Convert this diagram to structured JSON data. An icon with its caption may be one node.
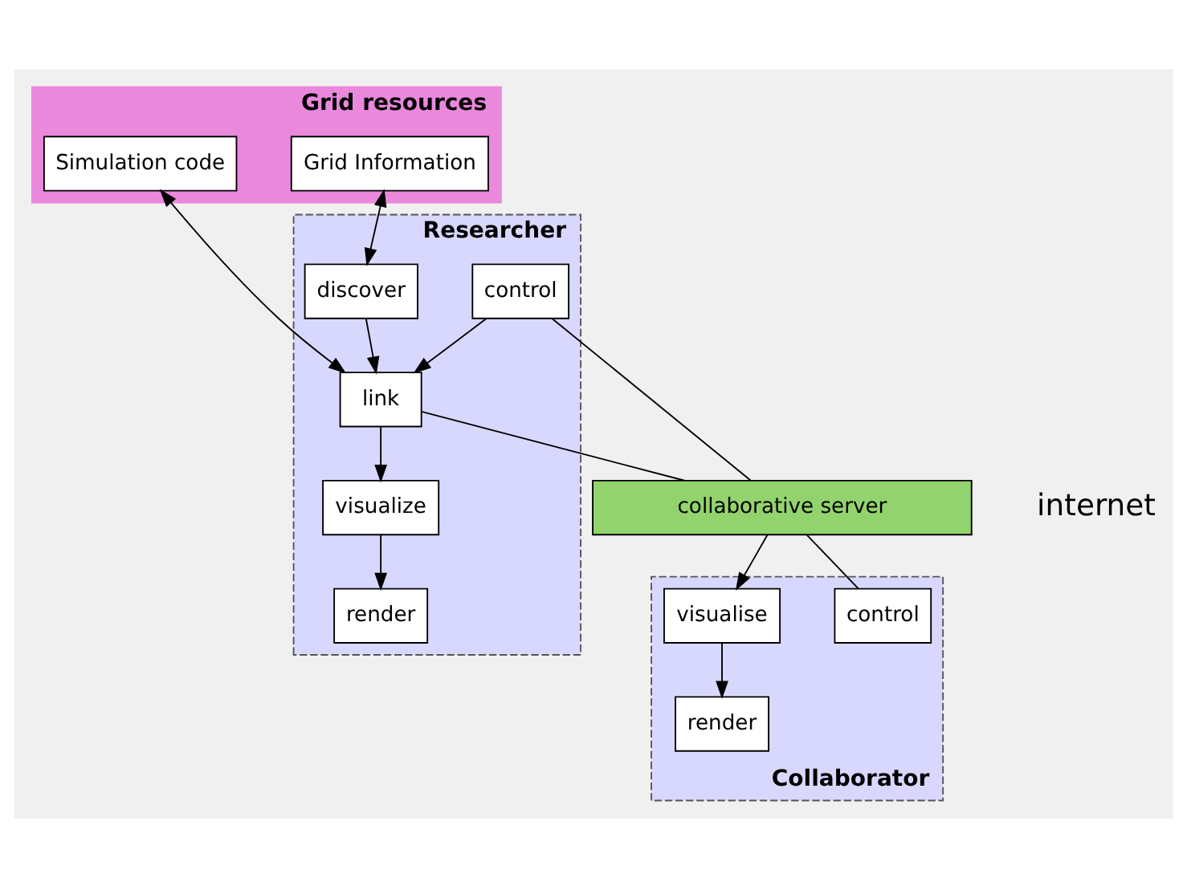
{
  "diagram": {
    "nodes": [
      {
        "text": [
          "Grid resources"
        ]
      },
      {
        "text": [
          "Grid Information"
        ],
        "in": 0
      },
      {
        "text": [
          "Simulation code"
        ],
        "in": 0
      },
      {
        "text": [
          "Researcher"
        ]
      },
      {
        "text": [
          "discover"
        ],
        "in": 3
      },
      {
        "text": [
          "control"
        ],
        "in": 3
      },
      {
        "text": [
          "link"
        ],
        "in": 3
      },
      {
        "text": [
          "visualize"
        ],
        "in": 3
      },
      {
        "text": [
          "render"
        ],
        "in": 3
      },
      {
        "text": [
          "collaborative server"
        ]
      },
      {
        "text": [
          "Collaborator"
        ]
      },
      {
        "text": [
          "control"
        ],
        "in": 10
      },
      {
        "text": [
          "visualise"
        ],
        "in": 10
      },
      {
        "text": [
          "render"
        ],
        "in": 10
      }
    ],
    "edges": [
      {
        "from": 1,
        "to": 4,
        "arrow": "both"
      },
      {
        "from": 2,
        "to": 6,
        "arrow": "both"
      },
      {
        "from": 4,
        "to": 6,
        "arrow": "to"
      },
      {
        "from": 5,
        "to": 6,
        "arrow": "to"
      },
      {
        "from": 6,
        "to": 7,
        "arrow": "to"
      },
      {
        "from": 7,
        "to": 8,
        "arrow": "to"
      },
      {
        "from": 5,
        "to": 9,
        "arrow": "none"
      },
      {
        "from": 6,
        "to": 9,
        "arrow": "none"
      },
      {
        "from": 9,
        "to": 11,
        "arrow": "none"
      },
      {
        "from": 9,
        "to": 12,
        "arrow": "to"
      },
      {
        "from": 12,
        "to": 13,
        "arrow": "to"
      }
    ],
    "labels": [
      "internet"
    ]
  }
}
